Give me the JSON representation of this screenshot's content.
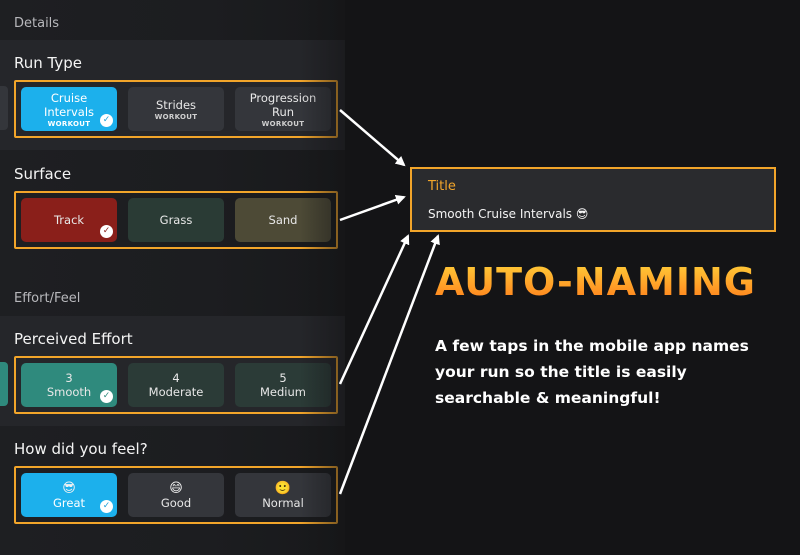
{
  "details": {
    "section_label": "Details",
    "run_type": {
      "label": "Run Type",
      "options": [
        {
          "main": "Cruise Intervals",
          "sub": "WORKOUT",
          "selected": true
        },
        {
          "main": "Strides",
          "sub": "WORKOUT",
          "selected": false
        },
        {
          "main": "Progression Run",
          "sub": "WORKOUT",
          "selected": false
        }
      ]
    },
    "surface": {
      "label": "Surface",
      "options": [
        {
          "main": "Track",
          "selected": true
        },
        {
          "main": "Grass",
          "selected": false
        },
        {
          "main": "Sand",
          "selected": false
        }
      ]
    }
  },
  "effort_feel": {
    "section_label": "Effort/Feel",
    "perceived_effort": {
      "label": "Perceived Effort",
      "options": [
        {
          "num": "3",
          "main": "Smooth",
          "selected": true
        },
        {
          "num": "4",
          "main": "Moderate",
          "selected": false
        },
        {
          "num": "5",
          "main": "Medium",
          "selected": false
        }
      ]
    },
    "feel": {
      "label": "How did you feel?",
      "options": [
        {
          "emoji": "😎",
          "main": "Great",
          "selected": true
        },
        {
          "emoji": "😄",
          "main": "Good",
          "selected": false
        },
        {
          "emoji": "🙂",
          "main": "Normal",
          "selected": false
        }
      ]
    }
  },
  "title_card": {
    "label": "Title",
    "value": "Smooth Cruise Intervals 😎"
  },
  "promo": {
    "headline": "AUTO-NAMING",
    "description": "A few taps in the mobile app names your run so the title is easily searchable & meaningful!"
  },
  "colors": {
    "accent_orange": "#f2a52a",
    "selected_blue": "#1cb0ec",
    "track_red": "#8a1f1a",
    "grass_green": "#2a3b35",
    "sand_olive": "#4d4a36",
    "smooth_teal": "#2f8a7d",
    "effort_dark": "#2b3b37"
  },
  "icons": {
    "check": "check-circle-icon"
  }
}
